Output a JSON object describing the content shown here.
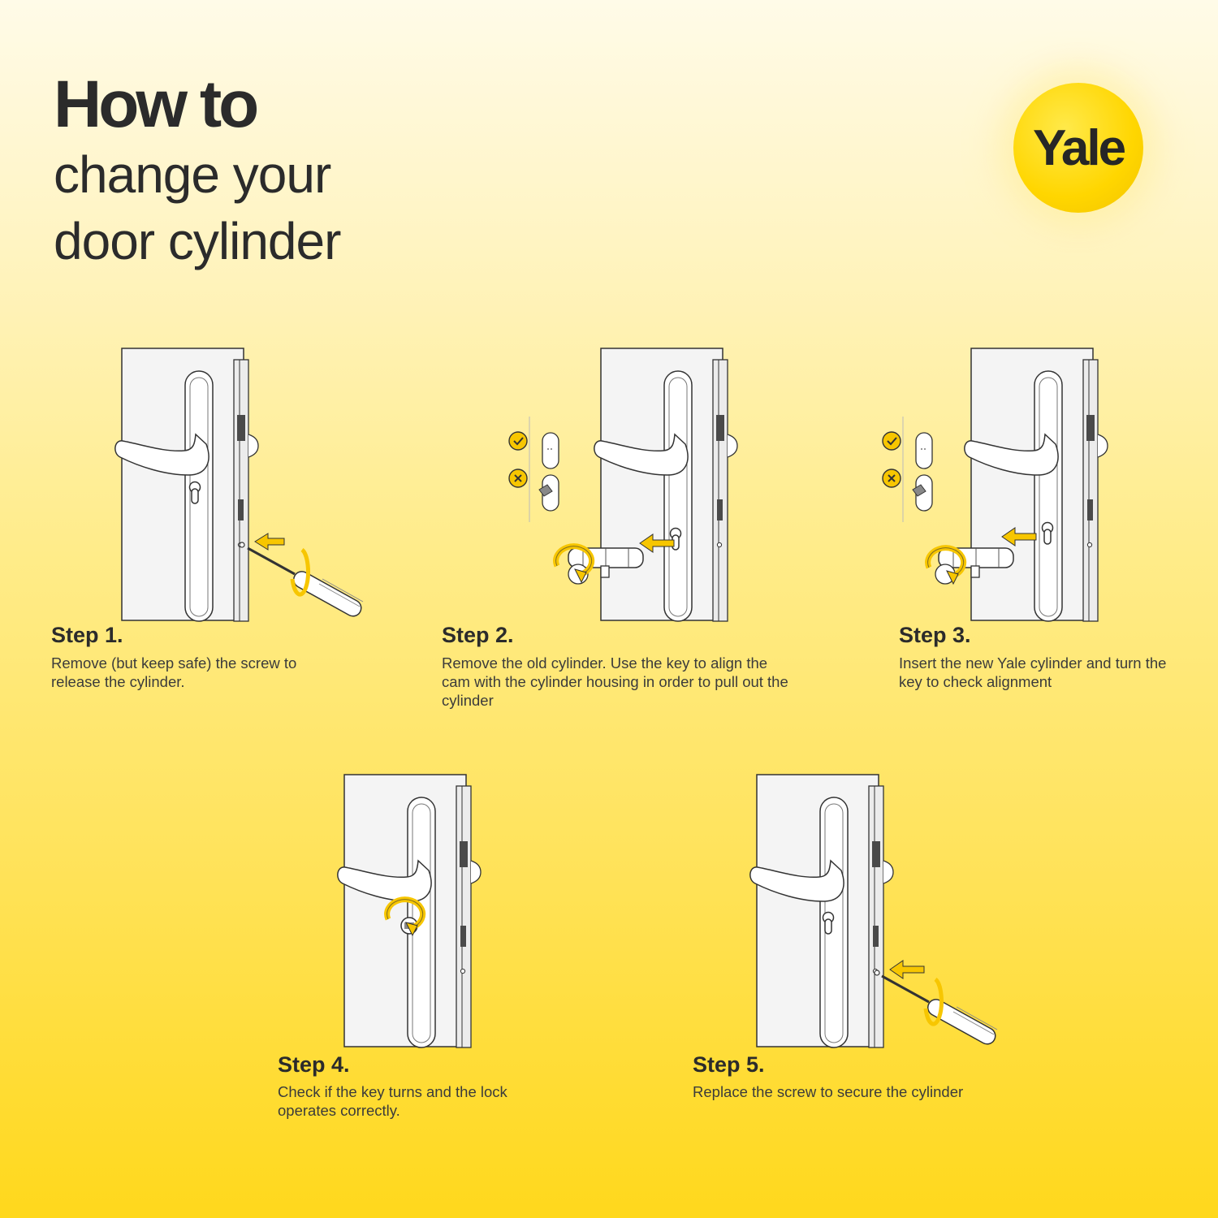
{
  "header": {
    "title_bold": "How to",
    "title_line2": "change your",
    "title_line3": "door cylinder"
  },
  "logo": {
    "text": "Yale"
  },
  "colors": {
    "accent": "#f7c600",
    "ink": "#2b2b2b",
    "door": "#f4f4f4"
  },
  "steps": [
    {
      "title": "Step 1.",
      "text": "Remove (but keep safe) the screw to release the cylinder."
    },
    {
      "title": "Step 2.",
      "text": "Remove the old cylinder. Use the key to align the cam with the cylinder housing in order to pull out the cylinder"
    },
    {
      "title": "Step 3.",
      "text": "Insert the new Yale cylinder and turn the key to check alignment"
    },
    {
      "title": "Step 4.",
      "text": "Check if the key turns and the lock operates correctly."
    },
    {
      "title": "Step 5.",
      "text": "Replace the screw to secure the cylinder"
    }
  ]
}
